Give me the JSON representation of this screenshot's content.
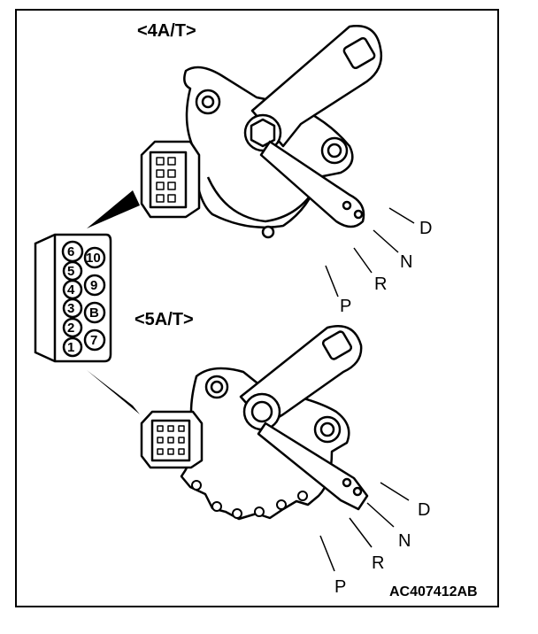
{
  "title_4at": "<4A/T>",
  "title_5at": "<5A/T>",
  "figure_id": "AC407412AB",
  "positions_4at": [
    "D",
    "N",
    "R",
    "P"
  ],
  "positions_5at": [
    "D",
    "N",
    "R",
    "P"
  ],
  "connector_pins": [
    "6",
    "10",
    "5",
    "4",
    "9",
    "3",
    "B",
    "2",
    "7",
    "1"
  ]
}
